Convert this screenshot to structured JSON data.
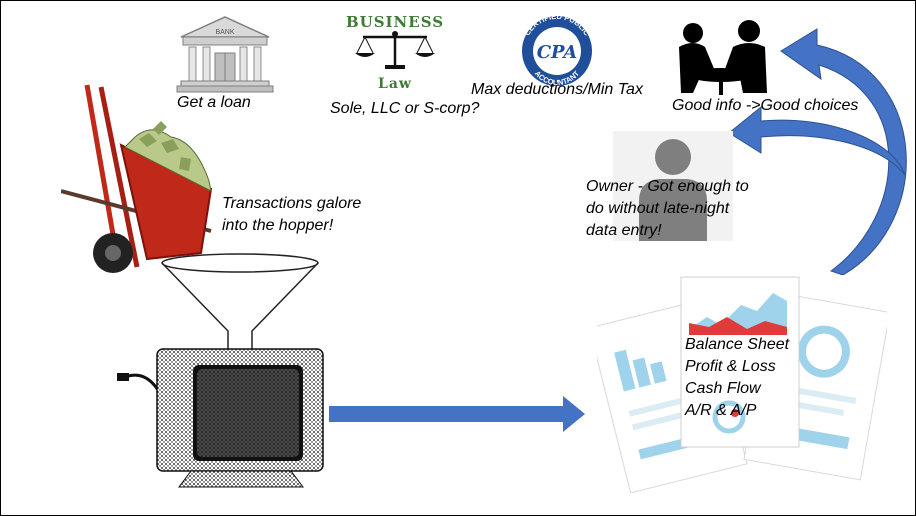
{
  "bank": {
    "sign": "BANK",
    "caption": "Get a loan"
  },
  "business_law": {
    "title": "Business",
    "subtitle": "Law",
    "caption": "Sole, LLC or S-corp?"
  },
  "cpa": {
    "seal_top": "CERTIFIED PUBLIC",
    "seal_bottom": "ACCOUNTANT",
    "initials": "CPA",
    "caption": "Max deductions/Min Tax"
  },
  "meeting": {
    "caption": "Good info ->Good choices"
  },
  "wheelbarrow": {
    "caption_line1": "Transactions galore",
    "caption_line2": "into the hopper!"
  },
  "owner": {
    "caption_line1": "Owner - Got enough to",
    "caption_line2": "do without late-night",
    "caption_line3": "data entry!"
  },
  "reports": {
    "items": [
      "Balance Sheet",
      "Profit & Loss",
      "Cash Flow",
      "A/R & A/P"
    ]
  },
  "colors": {
    "arrow_blue": "#4472c4",
    "cpa_blue": "#1f4e9a",
    "law_green": "#3f7a36",
    "wheelbarrow_red": "#c0281a",
    "chart_light_blue": "#9fd3ec",
    "chart_red": "#e03a3a"
  }
}
